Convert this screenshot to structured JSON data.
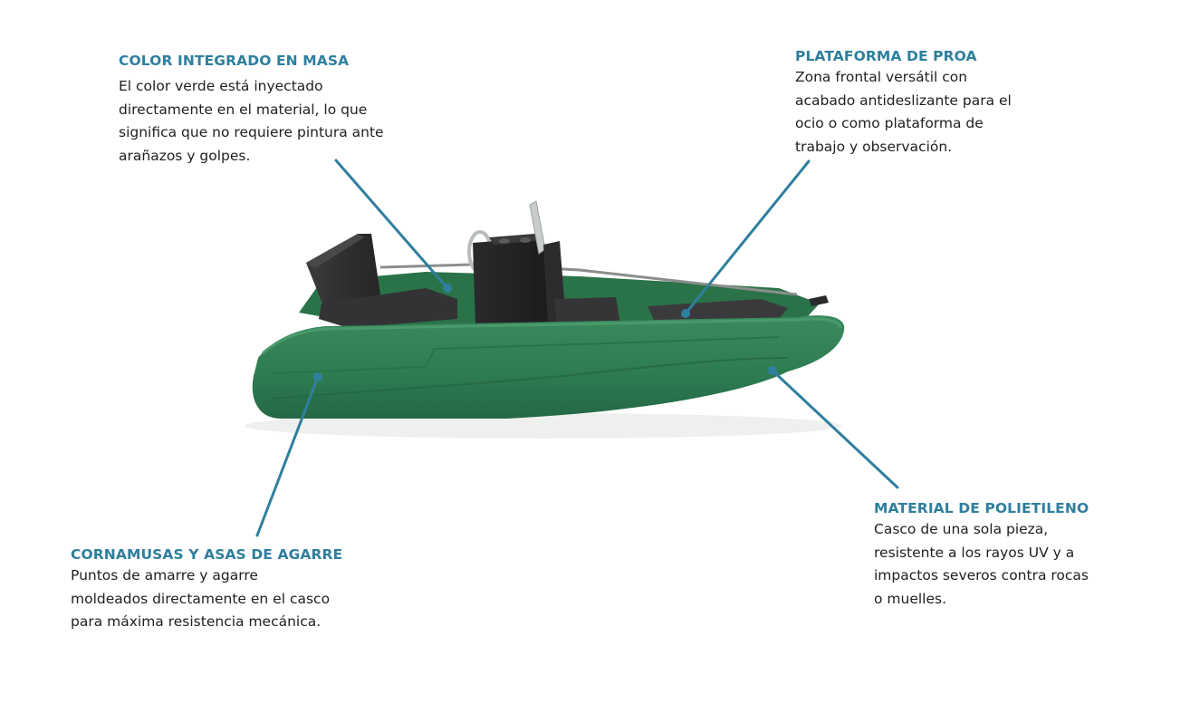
{
  "colors": {
    "accent": "#2f7f9e",
    "hull": "#2e7d52",
    "seat": "#2f2f31"
  },
  "callouts": {
    "color_integrado": {
      "title": "COLOR INTEGRADO EN MASA",
      "lines": [
        "El color verde está inyectado",
        "directamente en el material, lo que",
        "significa que no requiere pintura ante",
        "arañazos y golpes."
      ]
    },
    "plataforma_proa": {
      "title": "PLATAFORMA DE PROA",
      "lines": [
        "Zona frontal versátil con",
        "acabado antideslizante para el",
        "ocio o como plataforma de",
        "trabajo y observación."
      ]
    },
    "cornamusas": {
      "title": "CORNAMUSAS Y ASAS DE AGARRE",
      "lines": [
        "Puntos de amarre y agarre",
        "moldeados directamente en el casco",
        "para máxima resistencia mecánica."
      ]
    },
    "polietileno": {
      "title": "MATERIAL DE POLIETILENO",
      "lines": [
        "Casco de una sola pieza,",
        "resistente a los rayos UV y a",
        "impactos severos contra rocas",
        "o muelles."
      ]
    }
  },
  "illustration": {
    "subject_icon": "green-boat-illustration"
  }
}
